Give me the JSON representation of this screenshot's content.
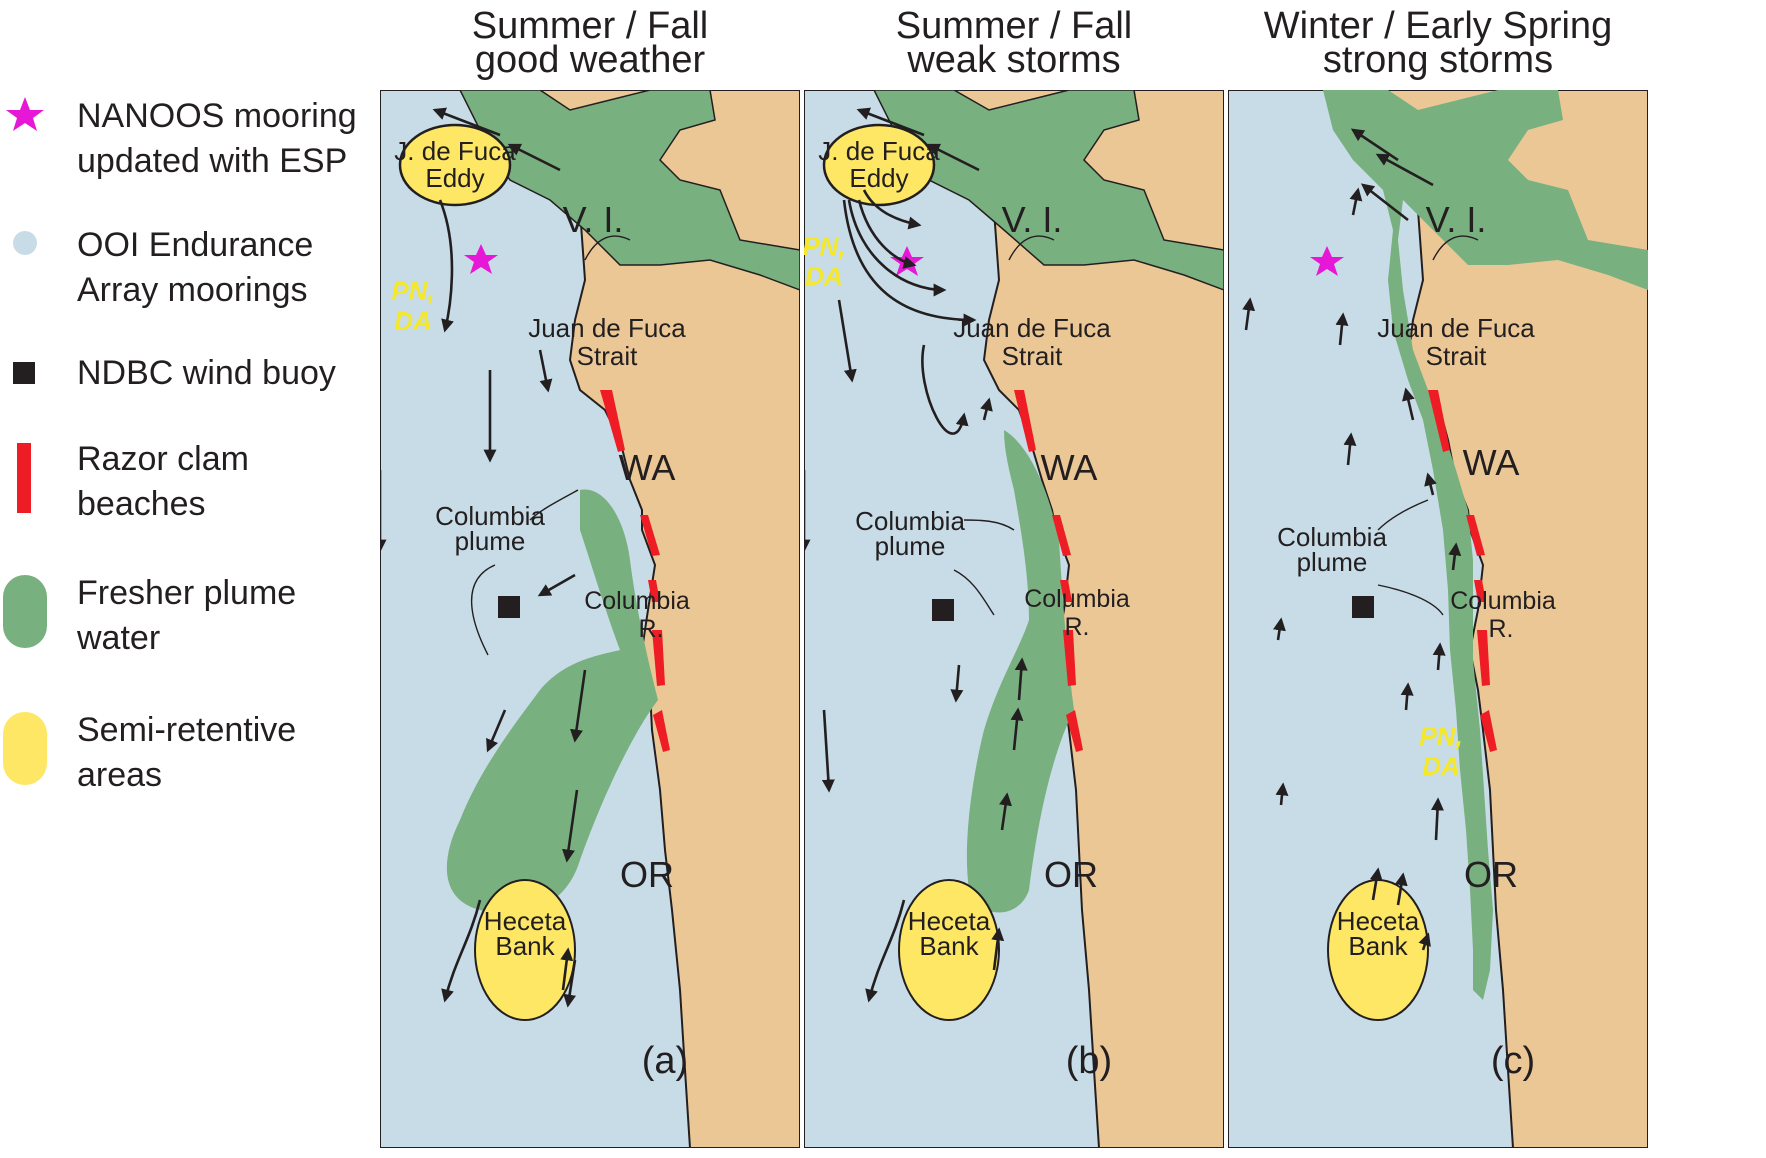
{
  "colors": {
    "ocean": "#c7dce7",
    "land": "#ecc796",
    "plume": "#79b07f",
    "clam": "#ee1c24",
    "retentive": "#fde765",
    "mooring": "#e617d6",
    "ooi": "#c7dce7",
    "buoy": "#231f20",
    "toxin_label": "#f5e82a"
  },
  "legend": [
    {
      "icon": "star-icon",
      "lines": [
        "NANOOS mooring",
        "updated with ESP"
      ]
    },
    {
      "icon": "circle-icon",
      "lines": [
        "OOI Endurance",
        "Array moorings"
      ]
    },
    {
      "icon": "square-icon",
      "lines": [
        "NDBC wind buoy"
      ]
    },
    {
      "icon": "clam-bar-icon",
      "lines": [
        "Razor clam",
        "beaches"
      ]
    },
    {
      "icon": "plume-blob-icon",
      "lines": [
        "Fresher plume",
        "water"
      ]
    },
    {
      "icon": "retentive-blob-icon",
      "lines": [
        "Semi-retentive",
        "areas"
      ]
    }
  ],
  "panels": [
    {
      "title": [
        "Summer / Fall",
        "good weather"
      ],
      "letter": "(a)",
      "eddy": [
        "J. de Fuca",
        "Eddy"
      ],
      "bank": [
        "Heceta",
        "Bank"
      ],
      "toxin": [
        "PN,",
        "DA"
      ],
      "plume_label": [
        "Columbia",
        "plume"
      ],
      "strait": [
        "Juan de Fuca",
        "Strait"
      ],
      "river": [
        "Columbia",
        "R."
      ],
      "vi": "V. I.",
      "wa": "WA",
      "or": "OR"
    },
    {
      "title": [
        "Summer / Fall",
        "weak storms"
      ],
      "letter": "(b)",
      "eddy": [
        "J. de Fuca",
        "Eddy"
      ],
      "bank": [
        "Heceta",
        "Bank"
      ],
      "toxin": [
        "PN,",
        "DA"
      ],
      "plume_label": [
        "Columbia",
        "plume"
      ],
      "strait": [
        "Juan de Fuca",
        "Strait"
      ],
      "river": [
        "Columbia",
        "R."
      ],
      "vi": "V. I.",
      "wa": "WA",
      "or": "OR"
    },
    {
      "title": [
        "Winter / Early Spring",
        "strong storms"
      ],
      "letter": "(c)",
      "bank": [
        "Heceta",
        "Bank"
      ],
      "toxin": [
        "PN,",
        "DA"
      ],
      "plume_label": [
        "Columbia",
        "plume"
      ],
      "strait": [
        "Juan de Fuca",
        "Strait"
      ],
      "river": [
        "Columbia",
        "R."
      ],
      "vi": "V. I.",
      "wa": "WA",
      "or": "OR"
    }
  ]
}
